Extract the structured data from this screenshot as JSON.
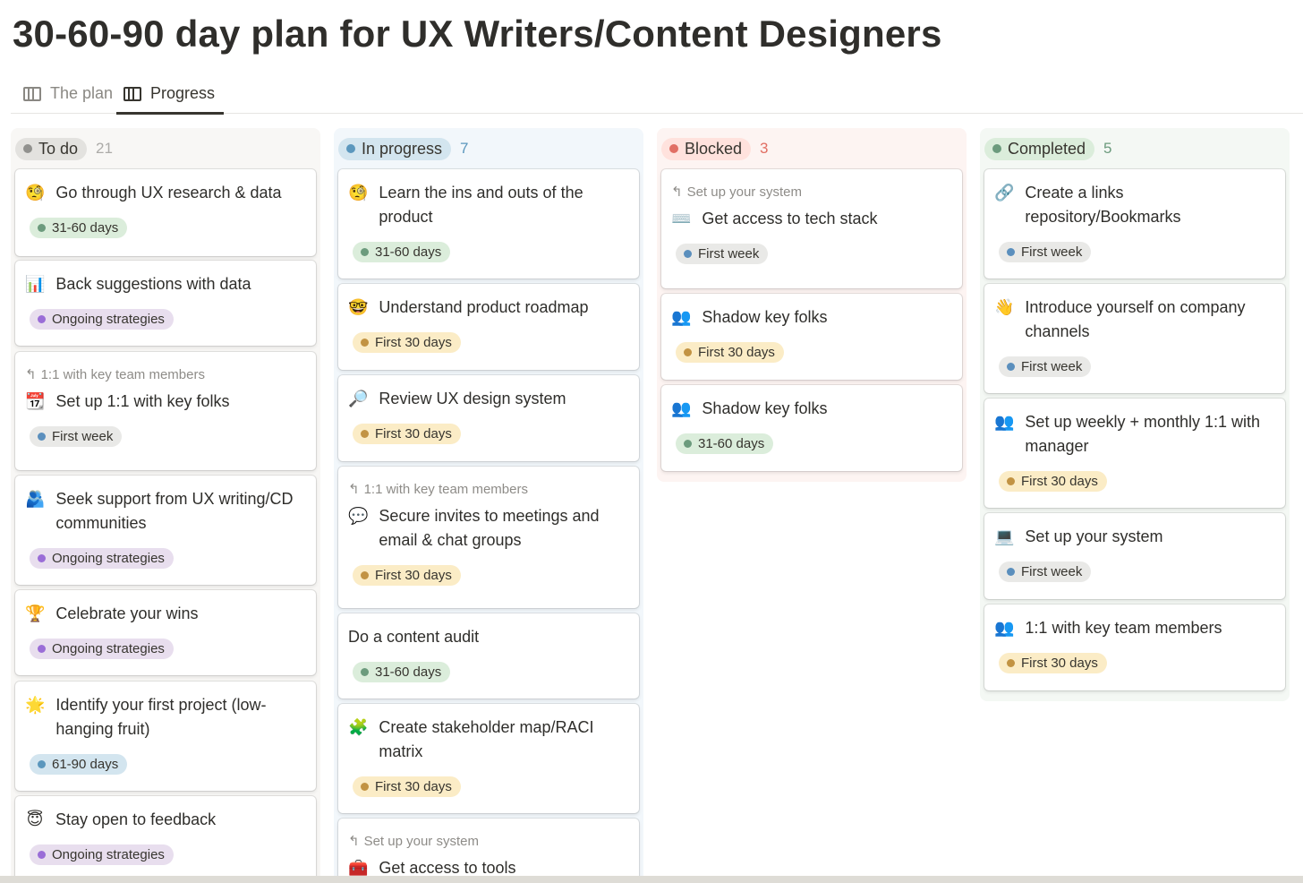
{
  "page": {
    "title": "30-60-90 day plan for UX Writers/Content Designers"
  },
  "tabs": [
    {
      "label": "The plan",
      "active": false,
      "icon": "board-view-icon"
    },
    {
      "label": "Progress",
      "active": true,
      "icon": "board-view-icon"
    }
  ],
  "columns": [
    {
      "label": "To do",
      "count": "21",
      "color": "#91918e",
      "cards": [
        {
          "emoji": "🧐",
          "title": "Go through UX research & data",
          "tag": "31-60 days"
        },
        {
          "emoji": "📊",
          "title": "Back suggestions with data",
          "tag": "Ongoing strategies"
        },
        {
          "parent": "1:1 with key team members",
          "emoji": "📆",
          "title": "Set up 1:1 with key folks",
          "tag": "First week"
        },
        {
          "emoji": "🫂",
          "title": "Seek support from UX writing/CD communities",
          "tag": "Ongoing strategies"
        },
        {
          "emoji": "🏆",
          "title": "Celebrate your wins",
          "tag": "Ongoing strategies"
        },
        {
          "emoji": "🌟",
          "title": "Identify your first project (low-hanging fruit)",
          "tag": "61-90 days"
        },
        {
          "emoji": "😇",
          "title": "Stay open to feedback",
          "tag": "Ongoing strategies"
        }
      ]
    },
    {
      "label": "In progress",
      "count": "7",
      "color": "#5b97bd",
      "cards": [
        {
          "emoji": "🧐",
          "title": "Learn the ins and outs of the product",
          "tag": "31-60 days"
        },
        {
          "emoji": "🤓",
          "title": "Understand product roadmap",
          "tag": "First 30 days"
        },
        {
          "emoji": "🔎",
          "title": "Review UX design system",
          "tag": "First 30 days"
        },
        {
          "parent": "1:1 with key team members",
          "emoji": "💬",
          "title": "Secure invites to meetings and email & chat groups",
          "tag": "First 30 days"
        },
        {
          "emoji": "",
          "title": "Do a content audit",
          "tag": "31-60 days"
        },
        {
          "emoji": "🧩",
          "title": "Create stakeholder map/RACI matrix",
          "tag": "First 30 days"
        },
        {
          "parent": "Set up your system",
          "emoji": "🧰",
          "title": "Get access to tools"
        }
      ]
    },
    {
      "label": "Blocked",
      "count": "3",
      "color": "#e16f64",
      "cards": [
        {
          "parent": "Set up your system",
          "emoji": "⌨️",
          "title": "Get access to tech stack",
          "tag": "First week"
        },
        {
          "emoji": "👥",
          "title": "Shadow key folks",
          "tag": "First 30 days"
        },
        {
          "emoji": "👥",
          "title": "Shadow key folks",
          "tag": "31-60 days"
        }
      ]
    },
    {
      "label": "Completed",
      "count": "5",
      "color": "#6c9b7d",
      "cards": [
        {
          "emoji": "🔗",
          "title": "Create a links repository/Bookmarks",
          "tag": "First week"
        },
        {
          "emoji": "👋",
          "title": "Introduce yourself on company channels",
          "tag": "First week"
        },
        {
          "emoji": "👥",
          "title": "Set up weekly + monthly 1:1 with manager",
          "tag": "First 30 days"
        },
        {
          "emoji": "💻",
          "title": "Set up your system",
          "tag": "First week"
        },
        {
          "emoji": "👥",
          "title": "1:1 with key team members",
          "tag": "First 30 days"
        }
      ]
    }
  ],
  "tag_colors": {
    "31-60 days": "#6c9b7d",
    "61-90 days": "#5b97bd",
    "First 30 days": "#c29343",
    "First week": "#5b8fbd",
    "Ongoing strategies": "#9a6dd7"
  }
}
